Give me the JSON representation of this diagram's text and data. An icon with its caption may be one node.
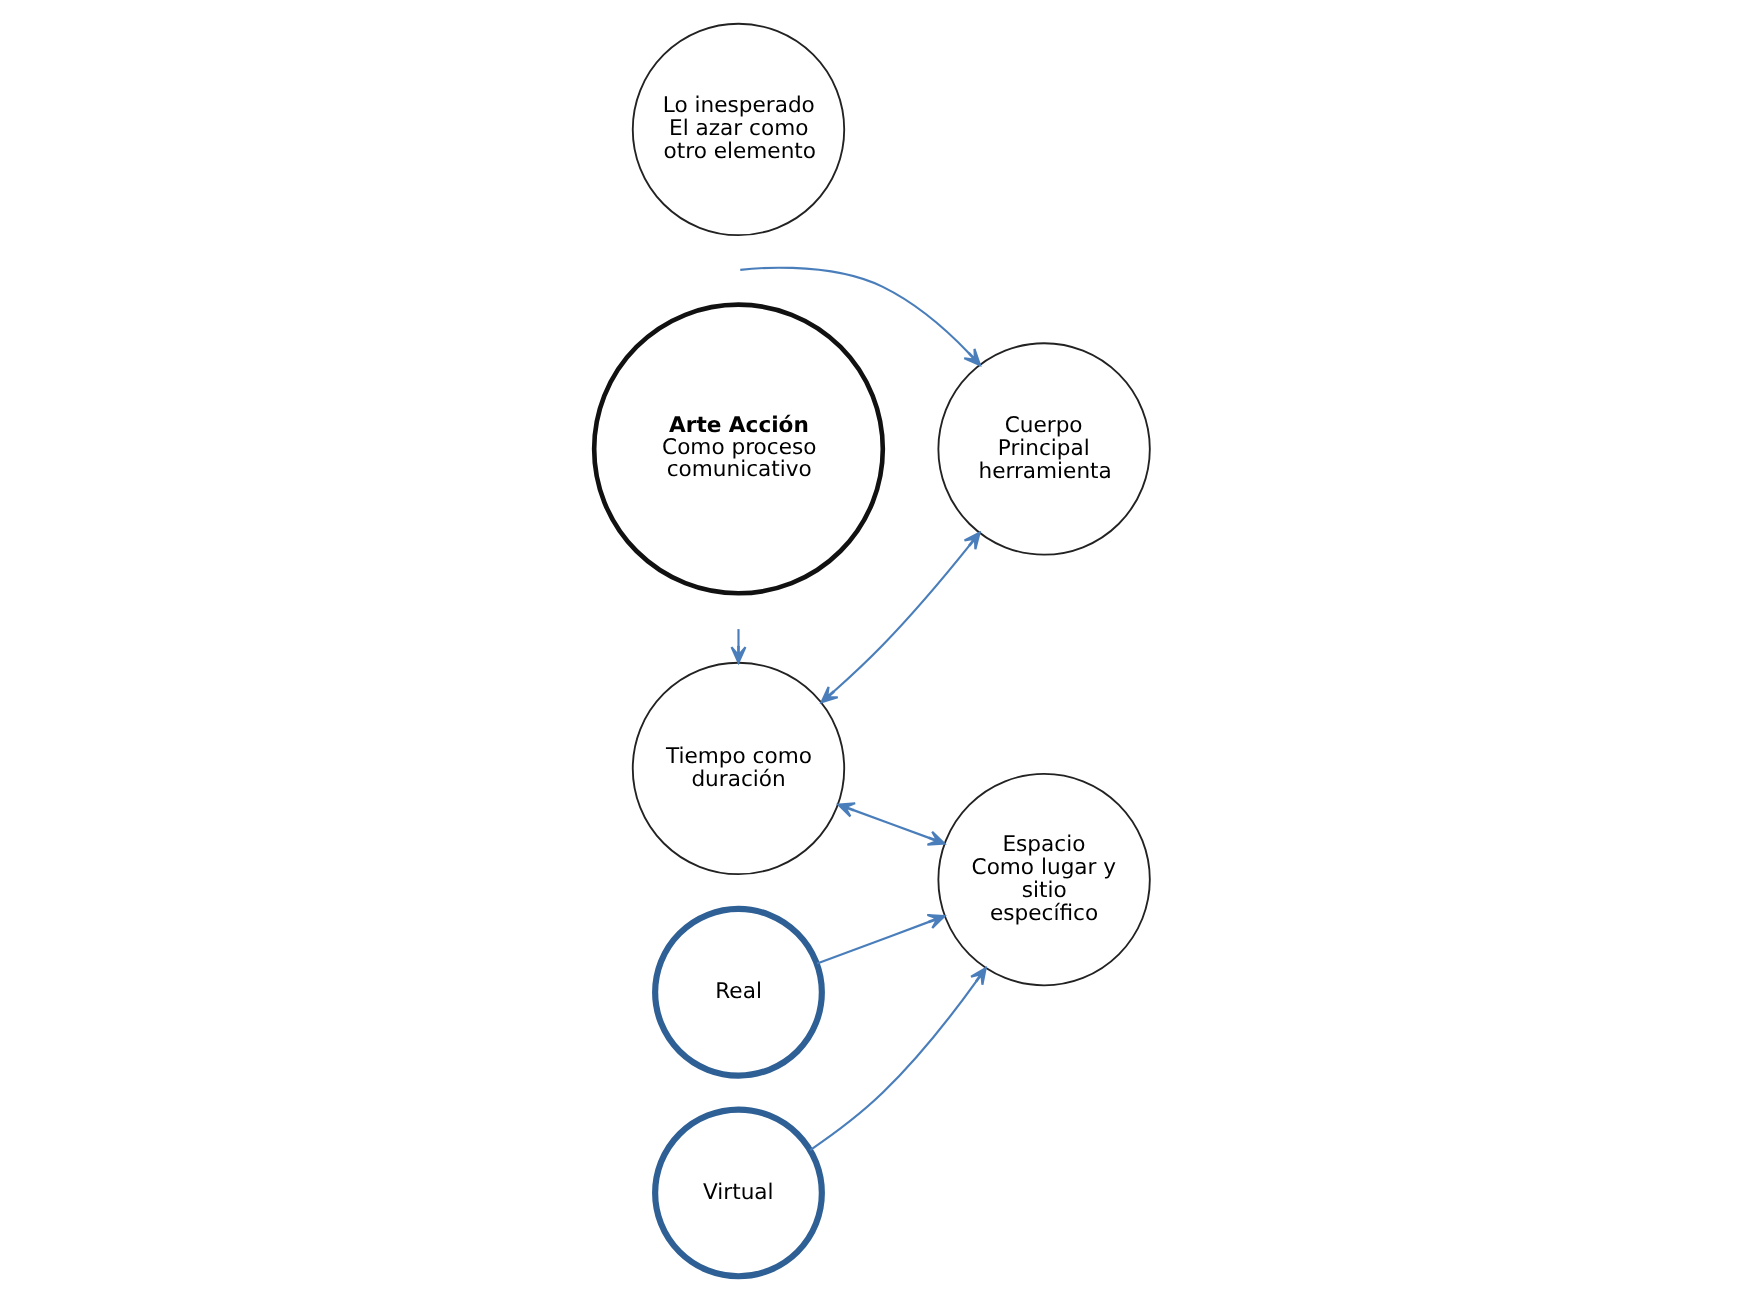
{
  "diagram": {
    "nodes": [
      {
        "text": [
          "Tiempo como duración"
        ]
      },
      {
        "text": [
          "Cuerpo",
          "Principal herramienta"
        ]
      },
      {
        "text": [
          "Arte Acción",
          "Como proceso comunicativo"
        ]
      },
      {
        "text": [
          "Espacio",
          "Como lugar y sitio específico"
        ]
      },
      {
        "text": [
          "Real"
        ]
      },
      {
        "text": [
          "Virtual"
        ]
      },
      {
        "text": [
          "Lo inesperado El azar como otro elemento"
        ]
      }
    ],
    "edges": [
      {
        "from": null,
        "to": 0,
        "arrow": "to"
      },
      {
        "from": 0,
        "to": 1,
        "arrow": "both"
      },
      {
        "from": 0,
        "to": 3,
        "arrow": "both"
      },
      {
        "from": null,
        "to": 1,
        "arrow": "to"
      },
      {
        "from": 4,
        "to": 3,
        "arrow": "to"
      },
      {
        "from": 5,
        "to": 3,
        "arrow": "to"
      }
    ]
  }
}
